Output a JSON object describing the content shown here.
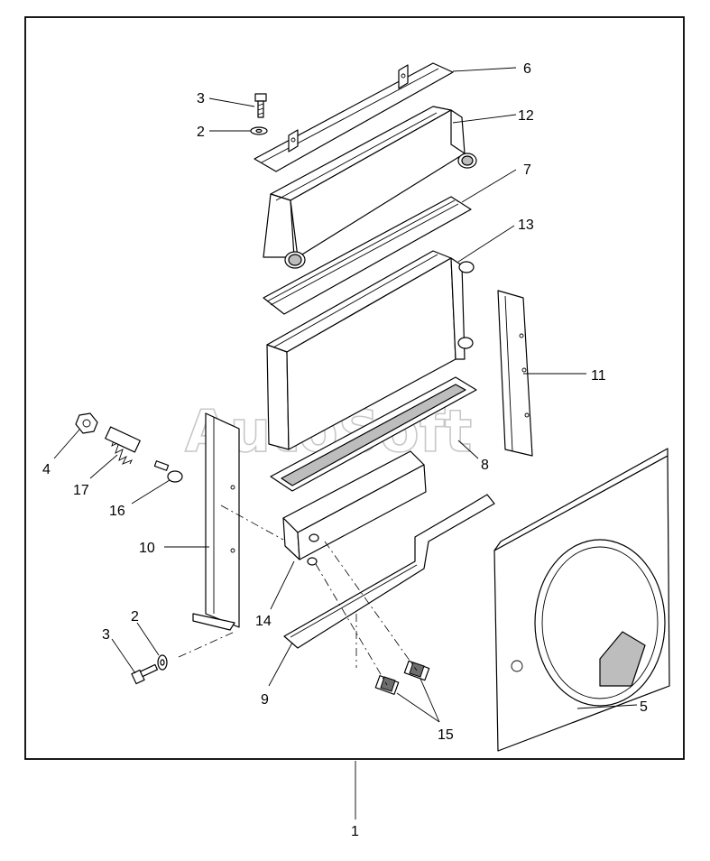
{
  "watermark": "AutoSoft",
  "callouts": {
    "c1": "1",
    "c2a": "2",
    "c2b": "2",
    "c3a": "3",
    "c3b": "3",
    "c4": "4",
    "c5": "5",
    "c6": "6",
    "c7": "7",
    "c8": "8",
    "c9": "9",
    "c10": "10",
    "c11": "11",
    "c12": "12",
    "c13": "13",
    "c14": "14",
    "c15": "15",
    "c16": "16",
    "c17": "17"
  }
}
